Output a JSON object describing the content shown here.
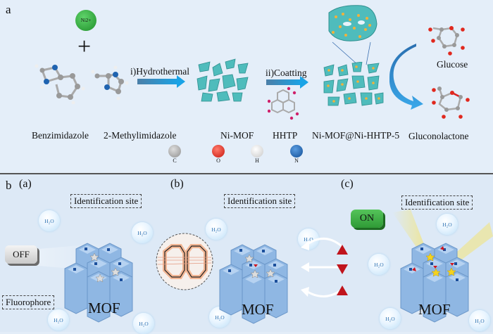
{
  "panel_a": {
    "label": "a",
    "ion": "Ni2+",
    "plus": "+",
    "step1": "i)Hydrothermal",
    "step2": "ii)Coatting",
    "labels": {
      "benzimidazole": "Benzimidazole",
      "methylimidazole": "2-Methylimidazole",
      "ni_mof": "Ni-MOF",
      "hhtp": "HHTP",
      "composite": "Ni-MOF@Ni-HHTP-5",
      "glucose": "Glucose",
      "gluconolactone": "Gluconolactone"
    },
    "atom_legend": [
      {
        "symbol": "C",
        "color": "#a9a9a9"
      },
      {
        "symbol": "O",
        "color": "#e0281e"
      },
      {
        "symbol": "H",
        "color": "#ececec"
      },
      {
        "symbol": "N",
        "color": "#1f63b0"
      }
    ]
  },
  "panel_b": {
    "label": "b",
    "sub_a": {
      "label": "(a)",
      "state": "OFF",
      "identification": "Identification site",
      "fluorophore": "Fluorophore",
      "mof": "MOF",
      "water": "H₂O"
    },
    "sub_b": {
      "label": "(b)",
      "identification": "Identification site",
      "mof": "MOF",
      "water": "H₂O"
    },
    "sub_c": {
      "label": "(c)",
      "state": "ON",
      "identification": "Identification site",
      "mof": "MOF",
      "water": "H₂O"
    }
  },
  "colors": {
    "background": "#e3edf8",
    "arrow": "#1aa3e6",
    "mof_blue": "#8fb7e3",
    "teal_crystal": "#4fbcbc",
    "on_green": "#3fb046",
    "analyte_red": "#c0141c",
    "glow_yellow": "#f5e46a"
  }
}
